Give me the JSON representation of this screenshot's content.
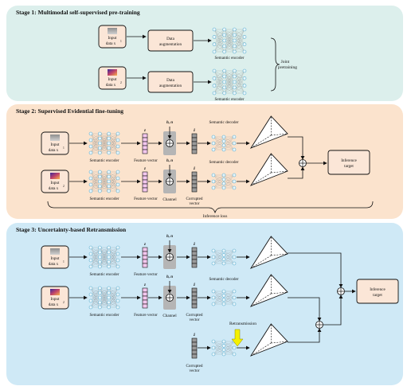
{
  "stages": [
    {
      "title": "Stage 1: Multimodal self-supervised pre-training",
      "bg": "#dcefec"
    },
    {
      "title": "Stage 2: Supervised Evidential fine-tuning",
      "bg": "#fbe3cd"
    },
    {
      "title": "Stage 3: Uncertainty-based Retransmission",
      "bg": "#cfe9f6"
    }
  ],
  "labels": {
    "input1_a": "Input",
    "input1_b": "data x",
    "sup1": "1",
    "input2_a": "Input",
    "input2_b": "data x",
    "sup2": "2",
    "aug_a": "Data",
    "aug_b": "augmentation",
    "semantic_encoder": "Semantic encoder",
    "semantic_decoder": "Semantic decoder",
    "joint_a": "Joint",
    "joint_b": "pretraining",
    "feature_vector": "Feature vector",
    "channel": "Channel",
    "corrupted_a": "Corrupted",
    "corrupted_b": "vector",
    "inference_a": "Inference",
    "inference_b": "target",
    "inference_loss": "Inference loss",
    "retransmission": "Retransmission",
    "h_n": "h, n",
    "z": "z",
    "z_hat": "ẑ"
  },
  "colors": {
    "feature_vector": "#f3c7ee",
    "corrupted_vector": "#9b9b9b",
    "channel": "#b5b5b5",
    "box_fill": "#fbe6d7",
    "arrow_retx": "#f4f000"
  }
}
